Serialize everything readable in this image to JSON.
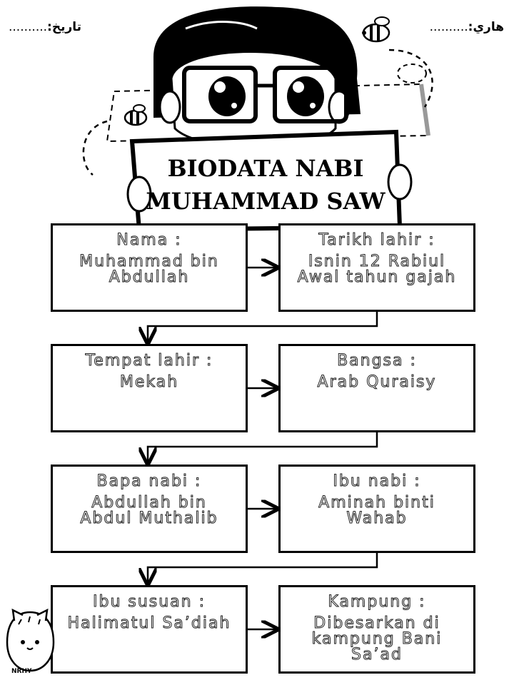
{
  "header": {
    "date_label": "تاريخ:",
    "date_dots": "..........",
    "day_label": "هاري:",
    "day_dots": ".........."
  },
  "sign": {
    "line1": "BIODATA NABI",
    "line2": "MUHAMMAD SAW"
  },
  "boxes": [
    {
      "label": "Nama :",
      "value": "Muhammad bin Abdullah"
    },
    {
      "label": "Tarikh lahir :",
      "value": "Isnin 12 Rabiul Awal tahun gajah"
    },
    {
      "label": "Tempat lahir :",
      "value": "Mekah"
    },
    {
      "label": "Bangsa :",
      "value": "Arab Quraisy"
    },
    {
      "label": "Bapa nabi :",
      "value": "Abdullah bin Abdul Muthalib"
    },
    {
      "label": "Ibu nabi :",
      "value": "Aminah binti Wahab"
    },
    {
      "label": "Ibu susuan :",
      "value": "Halimatul Sa’diah"
    },
    {
      "label": "Kampung :",
      "value": "Dibesarkan di kampung Bani Sa’ad"
    }
  ],
  "watermark": "NRHY"
}
